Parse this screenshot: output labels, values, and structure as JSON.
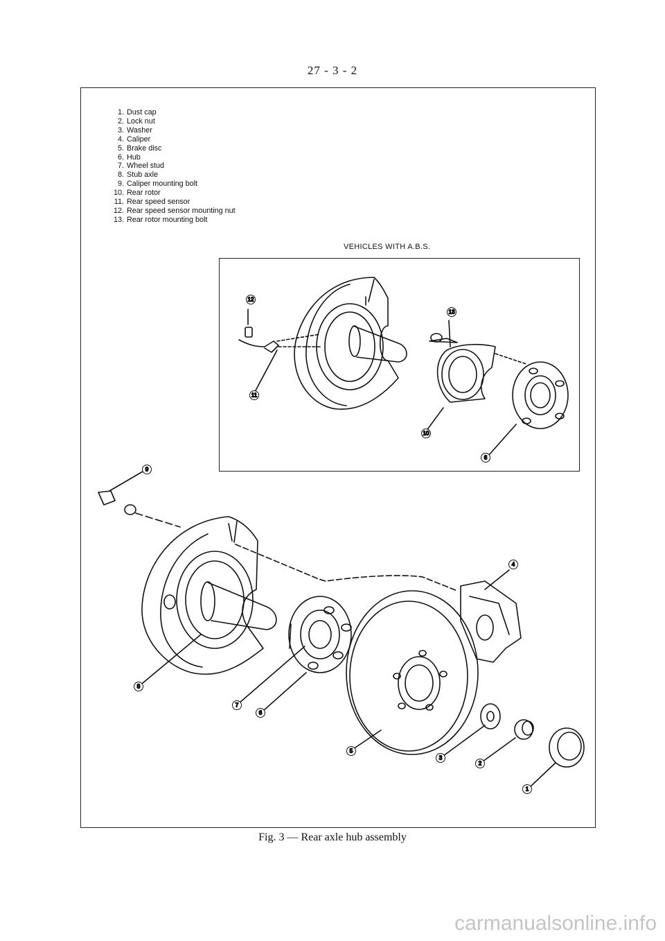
{
  "page_number": "27 - 3 - 2",
  "legend": [
    {
      "num": "1.",
      "label": "Dust cap"
    },
    {
      "num": "2.",
      "label": "Lock nut"
    },
    {
      "num": "3.",
      "label": "Washer"
    },
    {
      "num": "4.",
      "label": "Caliper"
    },
    {
      "num": "5.",
      "label": "Brake disc"
    },
    {
      "num": "6.",
      "label": "Hub"
    },
    {
      "num": "7.",
      "label": "Wheel stud"
    },
    {
      "num": "8.",
      "label": "Stub axle"
    },
    {
      "num": "9.",
      "label": "Caliper mounting bolt"
    },
    {
      "num": "10.",
      "label": "Rear rotor"
    },
    {
      "num": "11.",
      "label": "Rear speed sensor"
    },
    {
      "num": "12.",
      "label": "Rear speed sensor mounting nut"
    },
    {
      "num": "13.",
      "label": "Rear rotor mounting bolt"
    }
  ],
  "abs_label": "VEHICLES WITH A.B.S.",
  "callouts": {
    "c1": "1",
    "c2": "2",
    "c3": "3",
    "c4": "4",
    "c5": "5",
    "c6": "6",
    "c7": "7",
    "c8": "8",
    "c9": "9",
    "c10": "10",
    "c11": "11",
    "c12": "12",
    "c13": "13",
    "c6b": "6"
  },
  "caption": "Fig. 3 — Rear axle hub assembly",
  "watermark": "carmanualsonline.info"
}
